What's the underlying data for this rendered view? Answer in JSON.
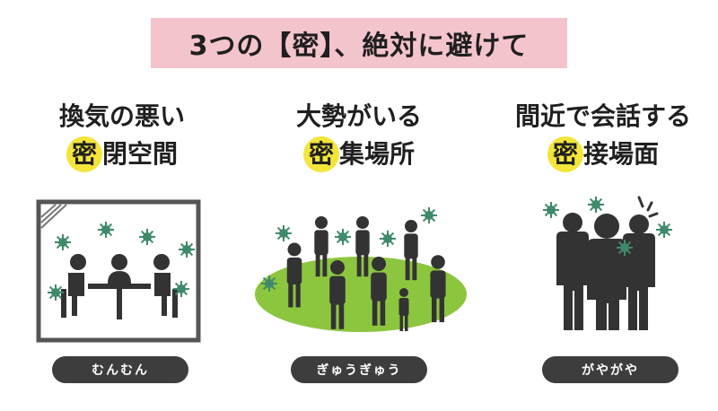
{
  "title": {
    "prefix": "3つの【",
    "mitsu": "密",
    "suffix": "】、絶対に避けて"
  },
  "columns": [
    {
      "line1": "換気の悪い",
      "highlight": "密",
      "line2_rest": "閉空間",
      "caption": "むんむん"
    },
    {
      "line1": "大勢がいる",
      "highlight": "密",
      "line2_rest": "集場所",
      "caption": "ぎゅうぎゅう"
    },
    {
      "line1": "間近で会話する",
      "highlight": "密",
      "line2_rest": "接場面",
      "caption": "がやがや"
    }
  ],
  "colors": {
    "title_background": "#f4c4cc",
    "highlight": "#f3e53a",
    "figure": "#333333",
    "virus": "#3f8a6a",
    "crowd_ground": "#8cc63f",
    "caption_pill": "#3d3d3d"
  },
  "icons": [
    "room-icon",
    "meeting-table-icon",
    "crowd-icon",
    "talking-group-icon",
    "virus-icon"
  ]
}
